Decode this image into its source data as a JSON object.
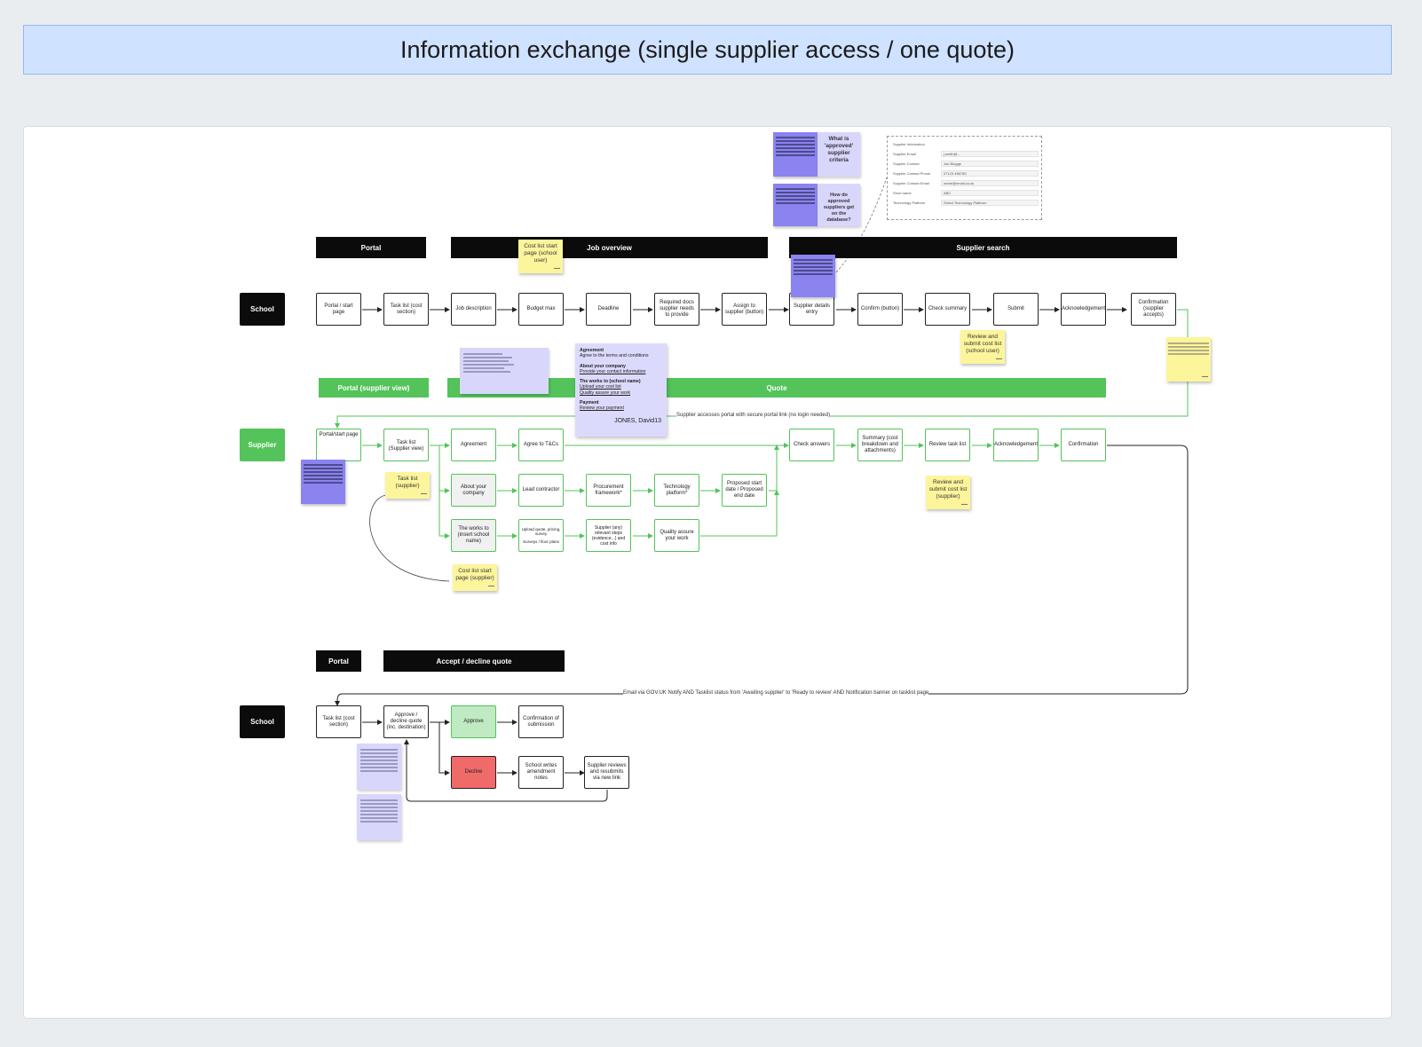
{
  "title": "Information exchange (single supplier access / one quote)",
  "headers": {
    "portal_1": "Portal",
    "job_overview": "Job overview",
    "supplier_search": "Supplier search",
    "portal_supplier_view": "Portal (supplier view)",
    "quote": "Quote",
    "portal_2": "Portal",
    "accept_decline": "Accept / decline quote"
  },
  "lanes": {
    "school_1": "School",
    "supplier": "Supplier",
    "school_2": "School"
  },
  "school_row": [
    "Portal / start page",
    "Task list (cost section)",
    "Job description",
    "Budget max",
    "Deadline",
    "Required docs supplier needs to provide",
    "Assign to supplier (button)",
    "Supplier details entry",
    "Confirm (button)",
    "Check summary",
    "Submit",
    "Acknowledgement",
    "Confirmation (supplier accepts)"
  ],
  "supplier_nodes": {
    "portal_start": "Portal/start page",
    "task_list": "Task list (Supplier view)",
    "agreement": "Agreement",
    "agree_tcs": "Agree to T&Cs",
    "about_company": "About your company",
    "lead_contractor": "Lead contractor",
    "procurement": "Procurement framework*",
    "technology": "Technology platform*",
    "start_date": "Proposed start date / Proposed end date",
    "works_to": "The works to (insert school name)",
    "works_lines": [
      "Upload quote, pricing, survey",
      "Surveys / floor plans"
    ],
    "supplier_steps": "Supplier (any) relevant steps (evidence...) and cost info",
    "quality": "Quality assure your work",
    "check_answers": "Check answers",
    "summary": "Summary (cost breakdown and attachments)",
    "review_task": "Review task list",
    "acknowledgement": "Acknowledgement",
    "confirmation": "Confirmation"
  },
  "school2_nodes": {
    "task_list": "Task list (cost section)",
    "approve_decline": "Approve / decline quote (inc. destination)",
    "approve": "Approve",
    "confirmation": "Confirmation of submission",
    "decline": "Decline",
    "school_amend": "School writes amendment notes",
    "supplier_review": "Supplier reviews and resubmits via new link"
  },
  "stickies": {
    "cost_start_school": "Cost list start page (school user)",
    "review_school": "Review and submit cost list (school user)",
    "task_supplier": "Task list (supplier)",
    "cost_start_supplier": "Cost list start page (supplier)",
    "review_supplier": "Review and submit cost list (supplier)",
    "approved_q": "What is 'approved' supplier criteria",
    "approved_db": "How do approved suppliers get on the database?"
  },
  "info_card": {
    "h1": "Agreement",
    "l1": "Agree to the terms and conditions",
    "h2": "About your company",
    "l2": "Provide your contact information",
    "h3": "The works to (school name)",
    "l3": "Upload your cost list",
    "l4": "Quality assure your work",
    "h4": "Payment",
    "l5": "Review your payment",
    "signature": "JONES, David13"
  },
  "form_fields": [
    {
      "label": "Supplier Information",
      "value": ""
    },
    {
      "label": "Supplier Email",
      "value": "j.smith@..."
    },
    {
      "label": "Supplier Contact",
      "value": "Joe Bloggs"
    },
    {
      "label": "Supplier Contact Phone",
      "value": "07123 456789"
    },
    {
      "label": "Supplier Contact Email",
      "value": "name@email.co.uk"
    },
    {
      "label": "Short name",
      "value": "ABC"
    },
    {
      "label": "Technology Platform",
      "value": "Select Technology Platform"
    }
  ],
  "flow_labels": {
    "secure_link": "Supplier accesses portal with secure portal link (no login needed)",
    "notify": "Email via GOV.UK Notify AND Tasklist status from 'Awaiting supplier' to 'Ready to review' AND Notification banner on tasklist page"
  },
  "colors": {
    "green": "#53c35a",
    "black": "#0b0b0b",
    "yellow": "#fdf59b",
    "purple": "#8a83f0",
    "title_bg": "#cfe2ff"
  }
}
